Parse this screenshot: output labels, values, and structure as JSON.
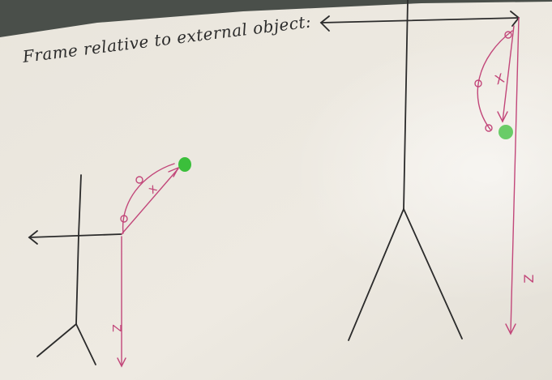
{
  "whiteboard": {
    "caption": "Frame relative to external object:",
    "left_figure": {
      "x_label": "x",
      "z_label": "Z"
    },
    "right_figure": {
      "x_label": "X",
      "z_label": "Z"
    }
  },
  "colors": {
    "board": "#ece8df",
    "marker_black": "#2b2b2b",
    "marker_pink": "#c2477a",
    "marker_green": "#3bbf3b",
    "wall_shadow": "#4a4f4a"
  }
}
